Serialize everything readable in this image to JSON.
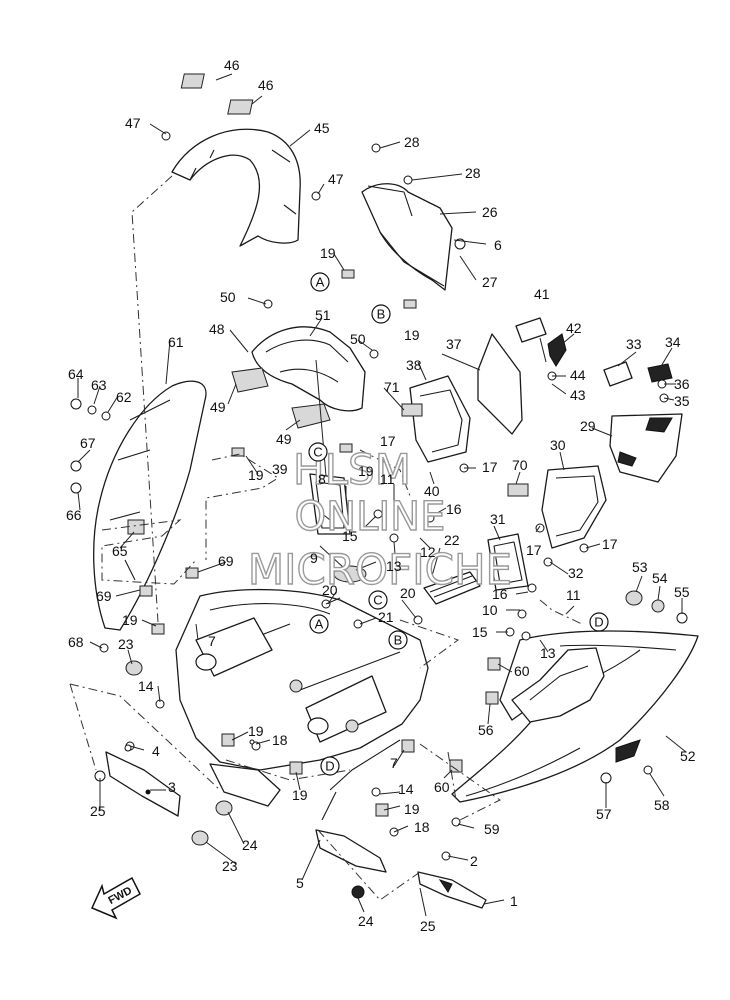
{
  "watermark": {
    "line1": "HLSM",
    "line2": "ONLINE",
    "line3": "MICROFICHE"
  },
  "fwd_label": "FWD",
  "circle_refs": [
    "A",
    "B",
    "C",
    "D"
  ],
  "part_labels": [
    "1",
    "2",
    "3",
    "4",
    "5",
    "6",
    "7",
    "8",
    "9",
    "10",
    "11",
    "12",
    "13",
    "14",
    "15",
    "16",
    "17",
    "18",
    "19",
    "20",
    "21",
    "22",
    "23",
    "24",
    "25",
    "26",
    "27",
    "28",
    "29",
    "30",
    "31",
    "32",
    "33",
    "34",
    "35",
    "36",
    "37",
    "38",
    "39",
    "40",
    "41",
    "42",
    "43",
    "44",
    "45",
    "46",
    "47",
    "48",
    "49",
    "50",
    "51",
    "52",
    "53",
    "54",
    "55",
    "56",
    "57",
    "58",
    "59",
    "60",
    "61",
    "62",
    "63",
    "64",
    "65",
    "66",
    "67",
    "68",
    "69",
    "70",
    "71"
  ]
}
